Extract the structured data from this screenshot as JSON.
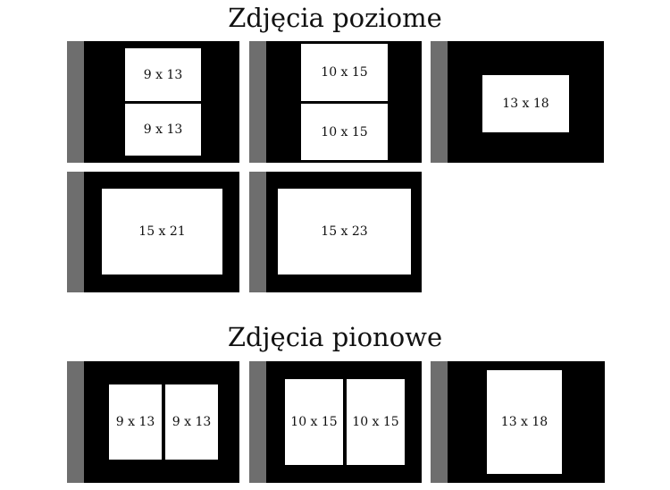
{
  "sections": {
    "landscape": {
      "title": "Zdjęcia poziome",
      "panels": [
        {
          "photos": [
            "9 x 13",
            "9 x 13"
          ]
        },
        {
          "photos": [
            "10 x 15",
            "10 x 15"
          ]
        },
        {
          "photos": [
            "13 x 18"
          ]
        },
        {
          "photos": [
            "15 x 21"
          ]
        },
        {
          "photos": [
            "15 x 23"
          ]
        }
      ]
    },
    "portrait": {
      "title": "Zdjęcia pionowe",
      "panels": [
        {
          "photos": [
            "9 x 13",
            "9 x 13"
          ]
        },
        {
          "photos": [
            "10 x 15",
            "10 x 15"
          ]
        },
        {
          "photos": [
            "13 x 18"
          ]
        }
      ]
    }
  },
  "colors": {
    "panel": "#000000",
    "spine": "#6e6e6e",
    "photo": "#ffffff"
  }
}
